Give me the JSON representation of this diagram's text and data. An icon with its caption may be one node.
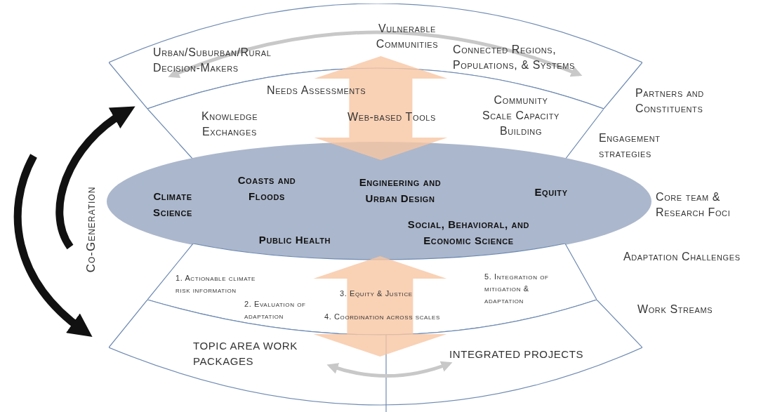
{
  "diagram": {
    "nodes": [
      {
        "text": [
          "Vulnerable Communities"
        ]
      },
      {
        "text": [
          "Urban/Suburban/Rural Decision-Makers"
        ],
        "in": 0
      },
      {
        "text": [
          "Connected Regions, Populations, & Systems"
        ],
        "in": 0
      },
      {
        "text": [
          "Needs Assessments",
          "Knowledge Exchanges",
          "Web-based Tools",
          "Community Scale Capacity Building"
        ]
      },
      {
        "text": [
          "Climate Science",
          "Coasts and Floods",
          "Engineering and Urban Design",
          "Equity",
          "Public Health",
          "Social, Behavioral, and Economic Science"
        ]
      },
      {
        "text": [
          "1. Actionable climate risk information",
          "2. Evaluation of adaptation",
          "3. Equity & Justice",
          "4. Coordination across scales",
          "5. Integration of mitigation & adaptation"
        ]
      },
      {
        "text": [],
        "shape": "band"
      },
      {
        "text": [
          "TOPIC AREA WORK PACKAGES"
        ],
        "in": 6
      },
      {
        "text": [
          "INTEGRATED PROJECTS"
        ],
        "in": 6
      }
    ],
    "edges": [
      {
        "from": 1,
        "to": 2,
        "arrow": "both",
        "color": "#c8c8c8"
      },
      {
        "from": 0,
        "to": 4,
        "arrow": "both",
        "style": "thick",
        "color": "#f7c6a2"
      },
      {
        "from": 4,
        "to": 6,
        "arrow": "both",
        "style": "thick",
        "color": "#f7c6a2"
      },
      {
        "from": 7,
        "to": 8,
        "arrow": "both",
        "color": "#c8c8c8"
      },
      {
        "from": null,
        "to": 0,
        "arrow": "to",
        "style": "thick",
        "color": "#111111"
      },
      {
        "from": null,
        "to": 6,
        "arrow": "to",
        "style": "thick",
        "color": "#111111"
      }
    ],
    "labels": [
      "Partners and Constituents",
      "Engagement strategies",
      "Core team & Research Foci",
      "Adaptation Challenges",
      "Work Streams",
      "Co-Generation"
    ]
  }
}
